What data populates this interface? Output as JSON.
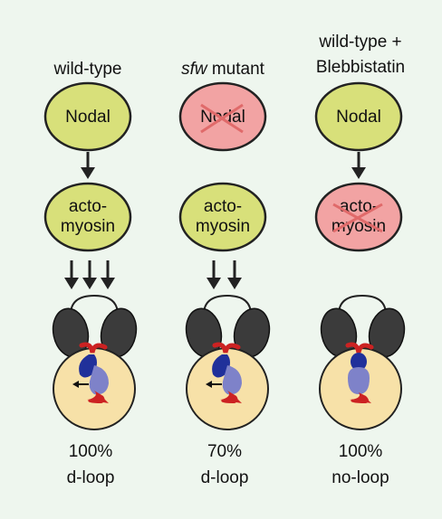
{
  "colors": {
    "background": "#eef6ee",
    "active_node": "#d8e07a",
    "inactive_node": "#f2a3a3",
    "cross": "#e06a6a",
    "arrow": "#222222",
    "eye": "#3b3b3b",
    "embryo": "#f7e1a8",
    "heart_dark": "#20309a",
    "heart_light": "#7e82c9",
    "vessel": "#cc2222"
  },
  "columns": [
    {
      "header_lines": [
        "wild-type"
      ],
      "header_italic_prefix": "",
      "header_suffix": "",
      "nodal_label": "Nodal",
      "nodal_active": true,
      "acto_lines": [
        "acto-",
        "myosin"
      ],
      "acto_active": true,
      "arrows_between": 1,
      "arrows_below": 3,
      "heart_state": "d-loop",
      "result_percent": "100%",
      "result_label": "d-loop"
    },
    {
      "header_lines": [],
      "header_italic_prefix": "sfw",
      "header_suffix": " mutant",
      "nodal_label": "Nodal",
      "nodal_active": false,
      "acto_lines": [
        "acto-",
        "myosin"
      ],
      "acto_active": true,
      "arrows_between": 0,
      "arrows_below": 2,
      "heart_state": "d-loop",
      "result_percent": "70%",
      "result_label": "d-loop"
    },
    {
      "header_lines": [
        "wild-type +",
        "Blebbistatin"
      ],
      "header_italic_prefix": "",
      "header_suffix": "",
      "nodal_label": "Nodal",
      "nodal_active": true,
      "acto_lines": [
        "acto-",
        "myosin"
      ],
      "acto_active": false,
      "arrows_between": 1,
      "arrows_below": 0,
      "heart_state": "no-loop",
      "result_percent": "100%",
      "result_label": "no-loop"
    }
  ]
}
